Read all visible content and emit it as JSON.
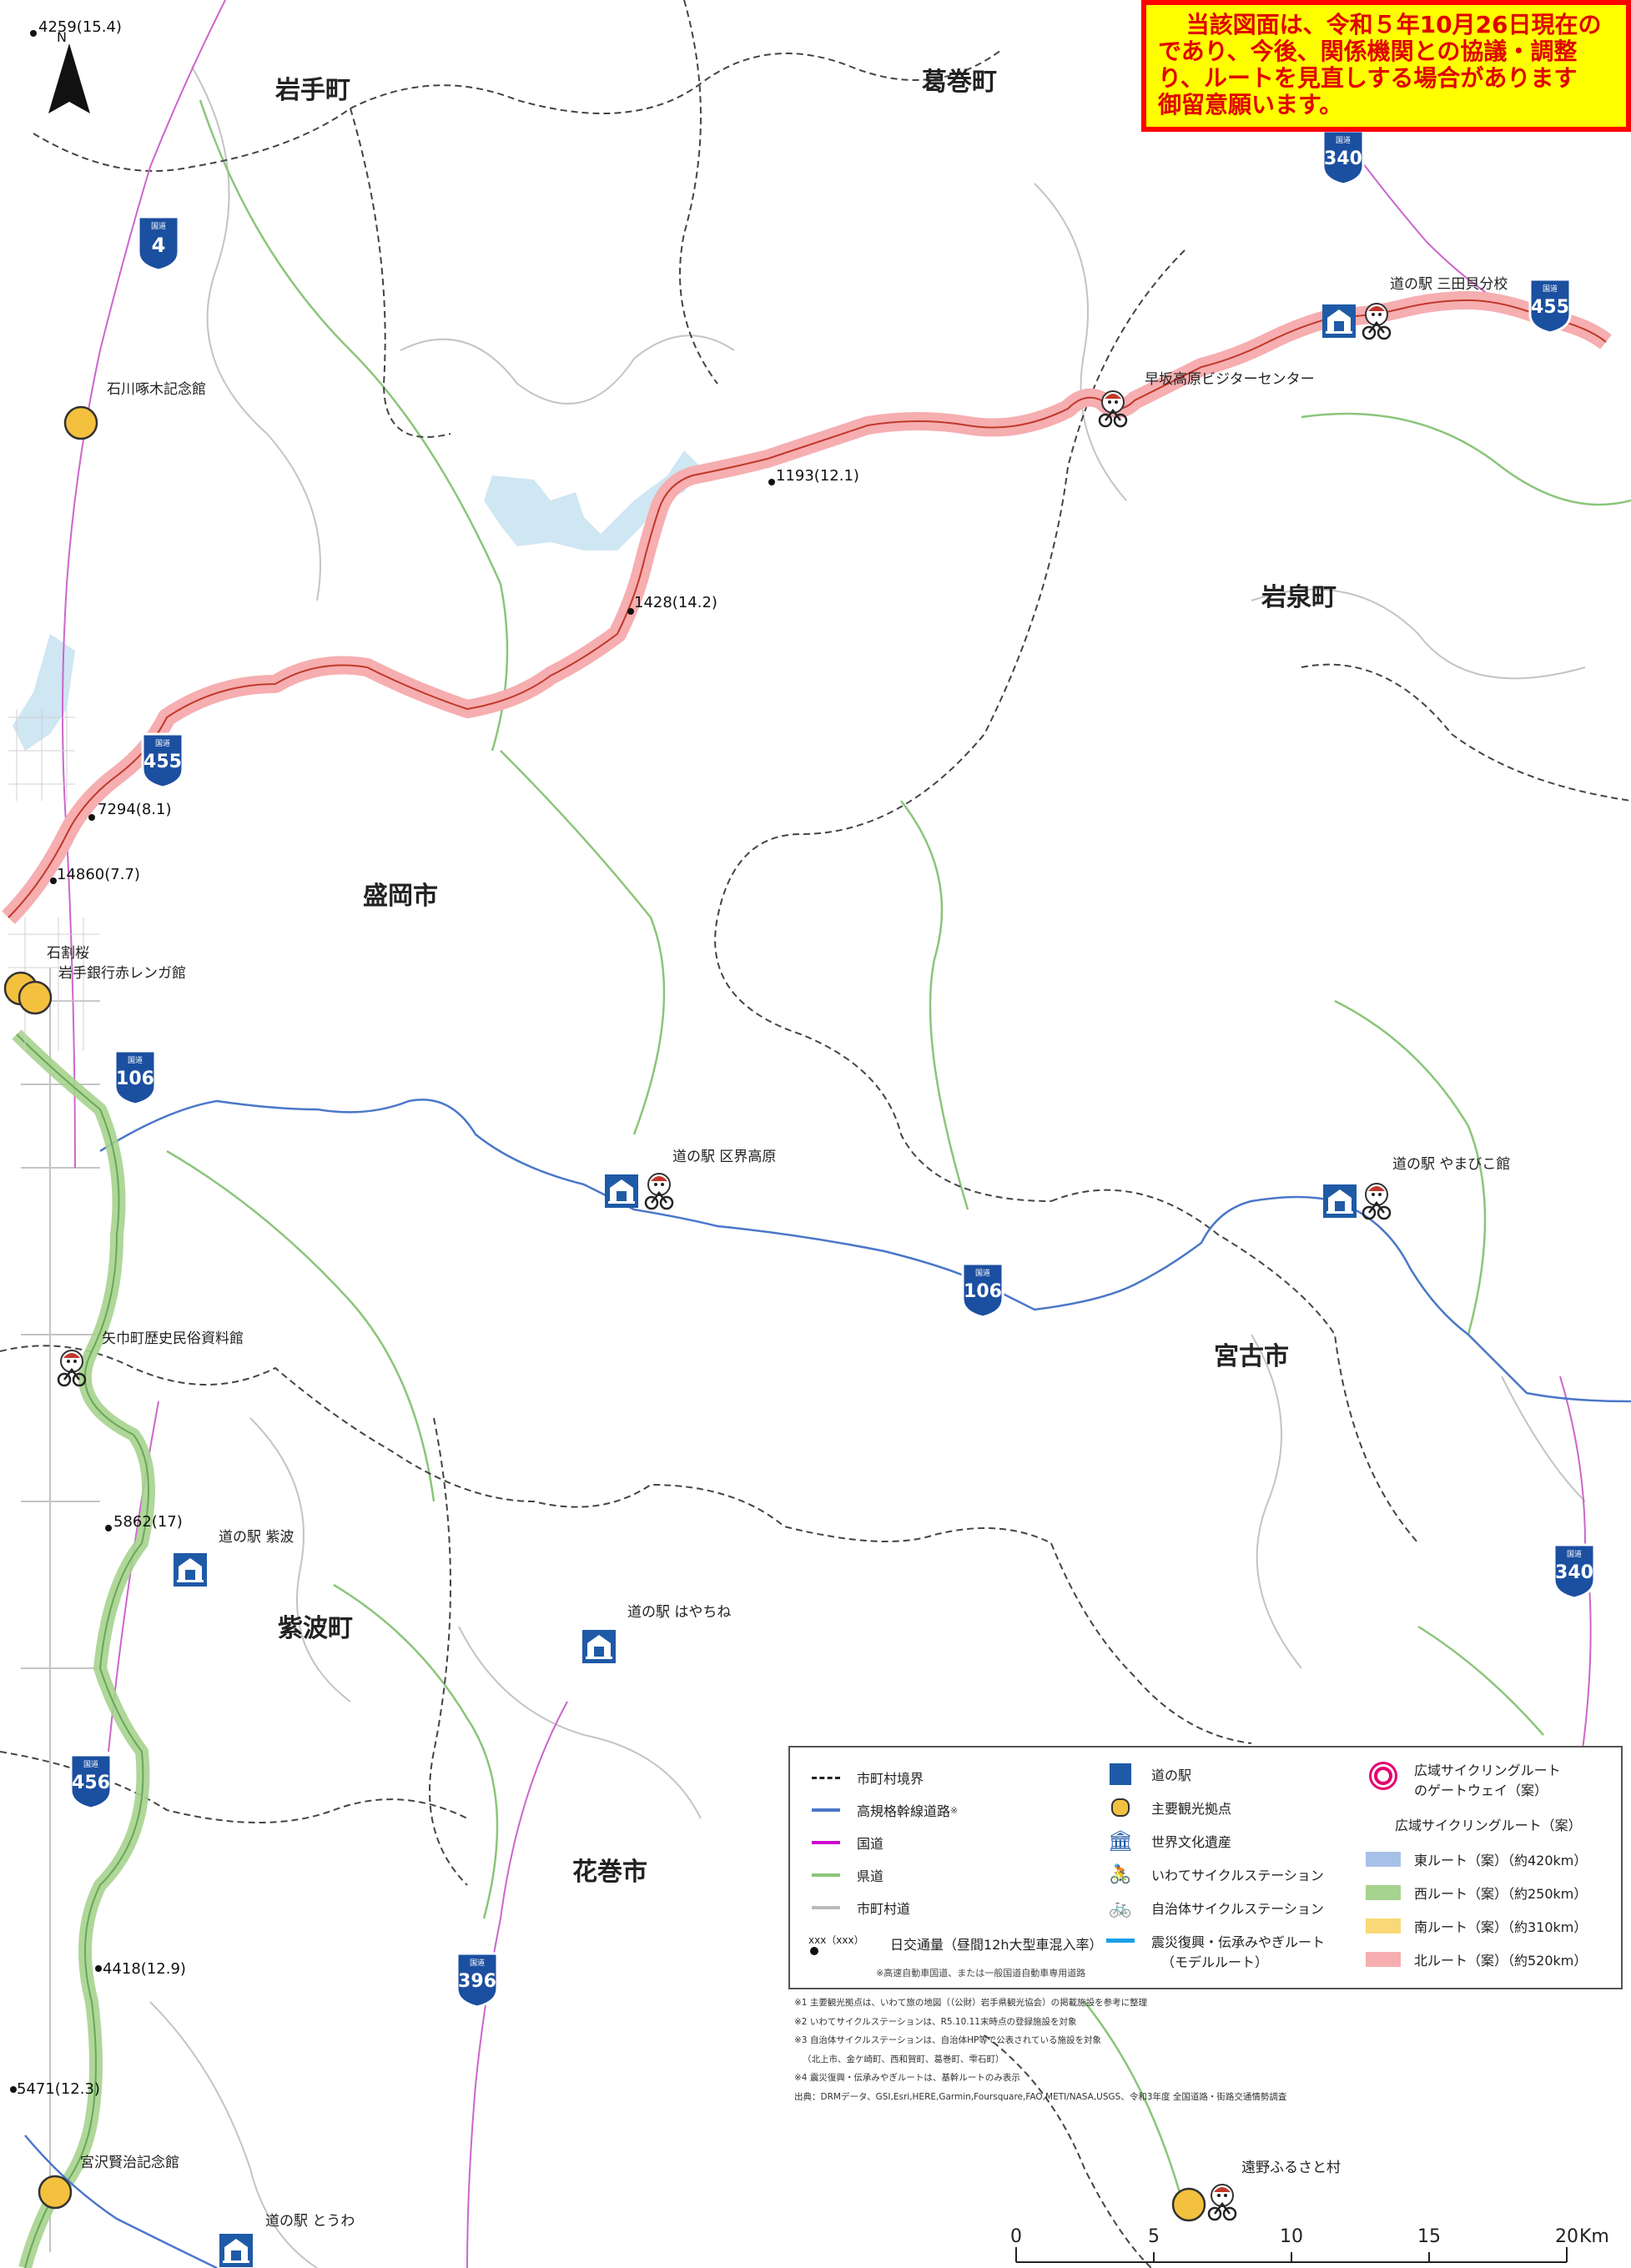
{
  "notice": {
    "line1": "当該図面は、令和５年10月26日現在の",
    "line2": "であり、今後、関係機関との協議・調整",
    "line3": "り、ルートを見直しする場合があります",
    "line4": "御留意願います。"
  },
  "municipalities": {
    "iwate": "岩手町",
    "kuzumaki": "葛巻町",
    "iwaizumi": "岩泉町",
    "morioka": "盛岡市",
    "miyako": "宮古市",
    "shiwa": "紫波町",
    "hanamaki": "花巻市"
  },
  "route_shields": {
    "kokudo_label": "国道",
    "r4": "4",
    "r340_top": "340",
    "r455_east": "455",
    "r455_west": "455",
    "r106_west": "106",
    "r106_mid": "106",
    "r340_east": "340",
    "r456": "456",
    "r396": "396"
  },
  "traffic_counts": {
    "c1": "4259(15.4)",
    "c2": "1193(12.1)",
    "c3": "1428(14.2)",
    "c4": "7294(8.1)",
    "c5": "14860(7.7)",
    "c6": "5862(17)",
    "c7": "4418(12.9)",
    "c8": "5471(12.3)"
  },
  "places": {
    "takuboku": "石川啄木記念館",
    "michinoeki_taroo": "道の駅 三田貝分校",
    "hayasaka": "早坂高原ビジターセンター",
    "ishiwarizakura": "石割桜",
    "iwate_bank": "岩手銀行赤レンガ館",
    "michinoeki_kukai": "道の駅 区界高原",
    "michinoeki_yamabiko": "道の駅 やまびこ館",
    "yahaba_museum": "矢巾町歴史民俗資料館",
    "michinoeki_shiwa": "道の駅 紫波",
    "michinoeki_hayachine": "道の駅 はやちね",
    "kenji": "宮沢賢治記念館",
    "michinoeki_towa": "道の駅 とうわ",
    "tono": "遠野ふるさと村"
  },
  "legend": {
    "boundary": "市町村境界",
    "expressway": "高規格幹線道路",
    "expressway_note": "※",
    "national": "国道",
    "prefectural": "県道",
    "municipal": "市町村道",
    "traffic_sample": "xxx（xxx）",
    "traffic": "日交通量（昼間12h大型車混入率）",
    "traffic_note": "※高速自動車国道、または一般国道自動車専用道路",
    "michinoeki": "道の駅",
    "tourist": "主要観光拠点",
    "heritage": "世界文化遺産",
    "cycle_station": "いわてサイクルステーション",
    "local_cycle": "自治体サイクルステーション",
    "fukko": "震災復興・伝承みやぎルート",
    "fukko2": "（モデルルート）",
    "gateway": "広域サイクリングルート",
    "gateway2": "のゲートウェイ（案）",
    "routes_title": "広域サイクリングルート（案）",
    "east": "東ルート（案）（約420km）",
    "west": "西ルート（案）（約250km）",
    "south": "南ルート（案）（約310km）",
    "north": "北ルート（案）（約520km）",
    "colors": {
      "east": "#a7c0e8",
      "west": "#a6d38e",
      "south": "#f9d878",
      "north": "#f6aeb0"
    }
  },
  "notes": {
    "n1": "※1 主要観光拠点は、いわて旅の地図（（公財）岩手県観光協会）の掲載施設を参考に整理",
    "n2": "※2 いわてサイクルステーションは、R5.10.11末時点の登録施設を対象",
    "n3": "※3 自治体サイクルステーションは、自治体HP等で公表されている施設を対象",
    "n3b": "（北上市、金ケ崎町、西和賀町、葛巻町、雫石町）",
    "n4": "※4 震災復興・伝承みやぎルートは、基幹ルートのみ表示",
    "source": "出典：DRMデータ、GSI,Esri,HERE,Garmin,Foursquare,FAO,METI/NASA,USGS、令和3年度 全国道路・街路交通情勢調査"
  },
  "scale": {
    "s0": "0",
    "s5": "5",
    "s10": "10",
    "s15": "15",
    "s20": "20",
    "unit": "Km"
  },
  "north_label": "N"
}
